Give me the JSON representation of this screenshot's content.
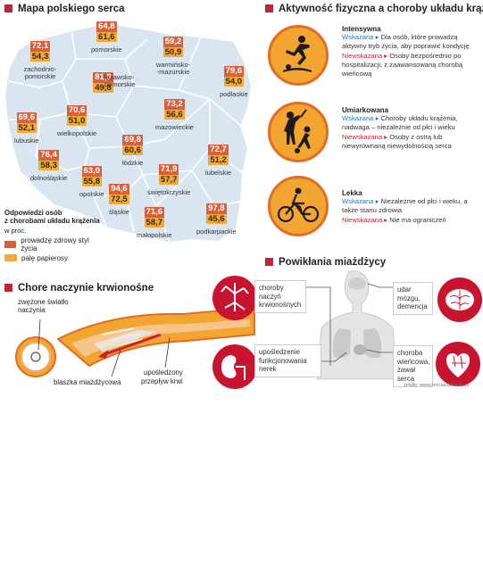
{
  "map": {
    "title": "Mapa polskiego serca",
    "regions": [
      {
        "name": "pomorskie",
        "v1": "64,8",
        "v2": "61,6"
      },
      {
        "name": "zachodnio-\npomorskie",
        "v1": "72,1",
        "v2": "54,3"
      },
      {
        "name": "warmińsko-\n-mazurskie",
        "v1": "59,2",
        "v2": "50,9"
      },
      {
        "name": "podlaskie",
        "v1": "79,6",
        "v2": "54,0"
      },
      {
        "name": "kujawsko-\npomorskie",
        "v1": "81,9",
        "v2": "49,8"
      },
      {
        "name": "lubuskie",
        "v1": "69,6",
        "v2": "52,1"
      },
      {
        "name": "wielkopolskie",
        "v1": "70,6",
        "v2": "51,0"
      },
      {
        "name": "mazowieckie",
        "v1": "73,2",
        "v2": "56,6"
      },
      {
        "name": "łódzkie",
        "v1": "69,8",
        "v2": "60,6"
      },
      {
        "name": "dolnośląskie",
        "v1": "76,4",
        "v2": "58,3"
      },
      {
        "name": "opolskie",
        "v1": "63,0",
        "v2": "55,8"
      },
      {
        "name": "świętokrzyskie",
        "v1": "71,9",
        "v2": "57,7"
      },
      {
        "name": "lubelskie",
        "v1": "72,7",
        "v2": "51,2"
      },
      {
        "name": "śląskie",
        "v1": "94,6",
        "v2": "72,5"
      },
      {
        "name": "małopolskie",
        "v1": "71,6",
        "v2": "58,7"
      },
      {
        "name": "podkarpackie",
        "v1": "97,8",
        "v2": "45,6"
      }
    ],
    "legend": {
      "heading": "Odpowiedzi osób\nz chorobami układu krążenia",
      "unit": "w proc.",
      "items": [
        {
          "label": "prowadzę zdrowy styl życia",
          "color": "#d8603a"
        },
        {
          "label": "palę papierosy",
          "color": "#f0a93a"
        }
      ]
    }
  },
  "activity": {
    "title": "Aktywność fizyczna a choroby układu krążenia",
    "items": [
      {
        "name": "Intensywna",
        "rec_label": "Wskazana",
        "rec_text": "Dla osób, które prowadzą\naktywny tryb życia, aby poprawić kondycję",
        "notrec_label": "Niewskazana",
        "notrec_text": "Osoby bezpośrednio po\nhospitalizacji, z zaawansowaną chorobą\nwieńcową",
        "icon": "swimmer-runner-icon"
      },
      {
        "name": "Umiarkowana",
        "rec_label": "Wskazana",
        "rec_text": "Choroby układu krążenia,\nnadwaga – niezależnie od płci i wieku",
        "notrec_label": "Niewskazana",
        "notrec_text": "Osoby z ostrą lub\nniewyrównaną niewydolnością serca",
        "icon": "tennis-bowling-icon"
      },
      {
        "name": "Lekka",
        "rec_label": "Wskazana",
        "rec_text": "Niezależnie od płci i wieku, a\ntakże stanu zdrowia",
        "notrec_label": "Niewskazana",
        "notrec_text": "Nie ma ograniczeń",
        "icon": "cyclist-icon"
      }
    ]
  },
  "vessel": {
    "title": "Chore naczynie krwionośne",
    "labels": {
      "narrowed": "zwężone światło\nnaczynia",
      "plaque": "blaszka miażdżycowa",
      "flow": "upośledzony\nprzepływ krwi"
    }
  },
  "complications": {
    "title": "Powikłania miażdżycy",
    "items": [
      {
        "label": "choroby\nnaczyń\nkrwionośnych",
        "icon": "blood-vessels-icon"
      },
      {
        "label": "udar\nmózgu,\ndemencja",
        "icon": "brain-icon"
      },
      {
        "label": "upośledzenie\nfunkcjonowania\nnerek",
        "icon": "kidney-icon"
      },
      {
        "label": "choroba\nwieńcowa,\nzawał serca",
        "icon": "heart-icon"
      }
    ],
    "source": "źródło: www.sercainadwisla.pl"
  },
  "colors": {
    "accent_red": "#cc1f36",
    "map_fill": "#d9e6f2",
    "orange_dark": "#d8603a",
    "orange_light": "#f0a93a"
  }
}
